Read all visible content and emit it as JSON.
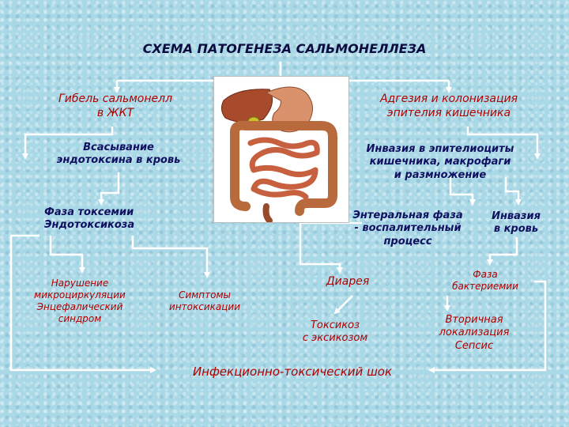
{
  "title": "СХЕМА ПАТОГЕНЕЗА САЛЬМОНЕЛЛЕЗА",
  "nodes": {
    "death": "Гибель сальмонелл\nв ЖКТ",
    "adhesion": "Адгезия и колонизация\nэпителия  кишечника",
    "absorption": "Всасывание\nэндотоксина в кровь",
    "invasion_epi": "Инвазия в эпителиоциты\nкишечника, макрофаги\nи размножение",
    "toxemia": "Фаза токсемии\nЭндотоксикоза",
    "enteral": "Энтеральная фаза\n- воспалительный\nпроцесс",
    "invasion_blood": "Инвазия\nв кровь",
    "microcirc": "Нарушение\nмикроциркуляции\nЭнцефалический\nсиндром",
    "intox": "Симптомы\nинтоксикации",
    "diarrhea": "Диарея",
    "bacteremia": "Фаза\nбактериемии",
    "toxicosis": "Токсикоз\nс эксикозом",
    "secondary": "Вторичная\nлокализация\nСепсис",
    "shock": "Инфекционно-токсический шок"
  }
}
